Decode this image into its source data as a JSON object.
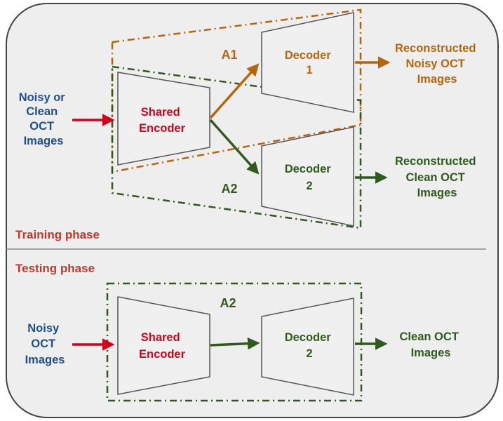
{
  "colors": {
    "panel_fill": "#eeeeee",
    "panel_stroke": "#444444",
    "shape_fill": "#f0f0f0",
    "shape_stroke": "#555555",
    "blue_text": "#1f4e8c",
    "red": "#d0021b",
    "orange": "#b8650a",
    "green": "#2e5a1c",
    "phase_text": "#c0392b",
    "divider": "#888888"
  },
  "training": {
    "phase_label": "Training phase",
    "input": [
      "Noisy or",
      "Clean",
      "OCT",
      "Images"
    ],
    "encoder": [
      "Shared",
      "Encoder"
    ],
    "decoder1": [
      "Decoder",
      "1"
    ],
    "decoder2": [
      "Decoder",
      "2"
    ],
    "region_a1": "A1",
    "region_a2": "A2",
    "output1": [
      "Reconstructed",
      "Noisy OCT",
      "Images"
    ],
    "output2": [
      "Reconstructed",
      "Clean OCT",
      "Images"
    ]
  },
  "testing": {
    "phase_label": "Testing phase",
    "input": [
      "Noisy",
      "OCT",
      "Images"
    ],
    "encoder": [
      "Shared",
      "Encoder"
    ],
    "decoder": [
      "Decoder",
      "2"
    ],
    "region_a2": "A2",
    "output": [
      "Clean OCT",
      "Images"
    ]
  }
}
